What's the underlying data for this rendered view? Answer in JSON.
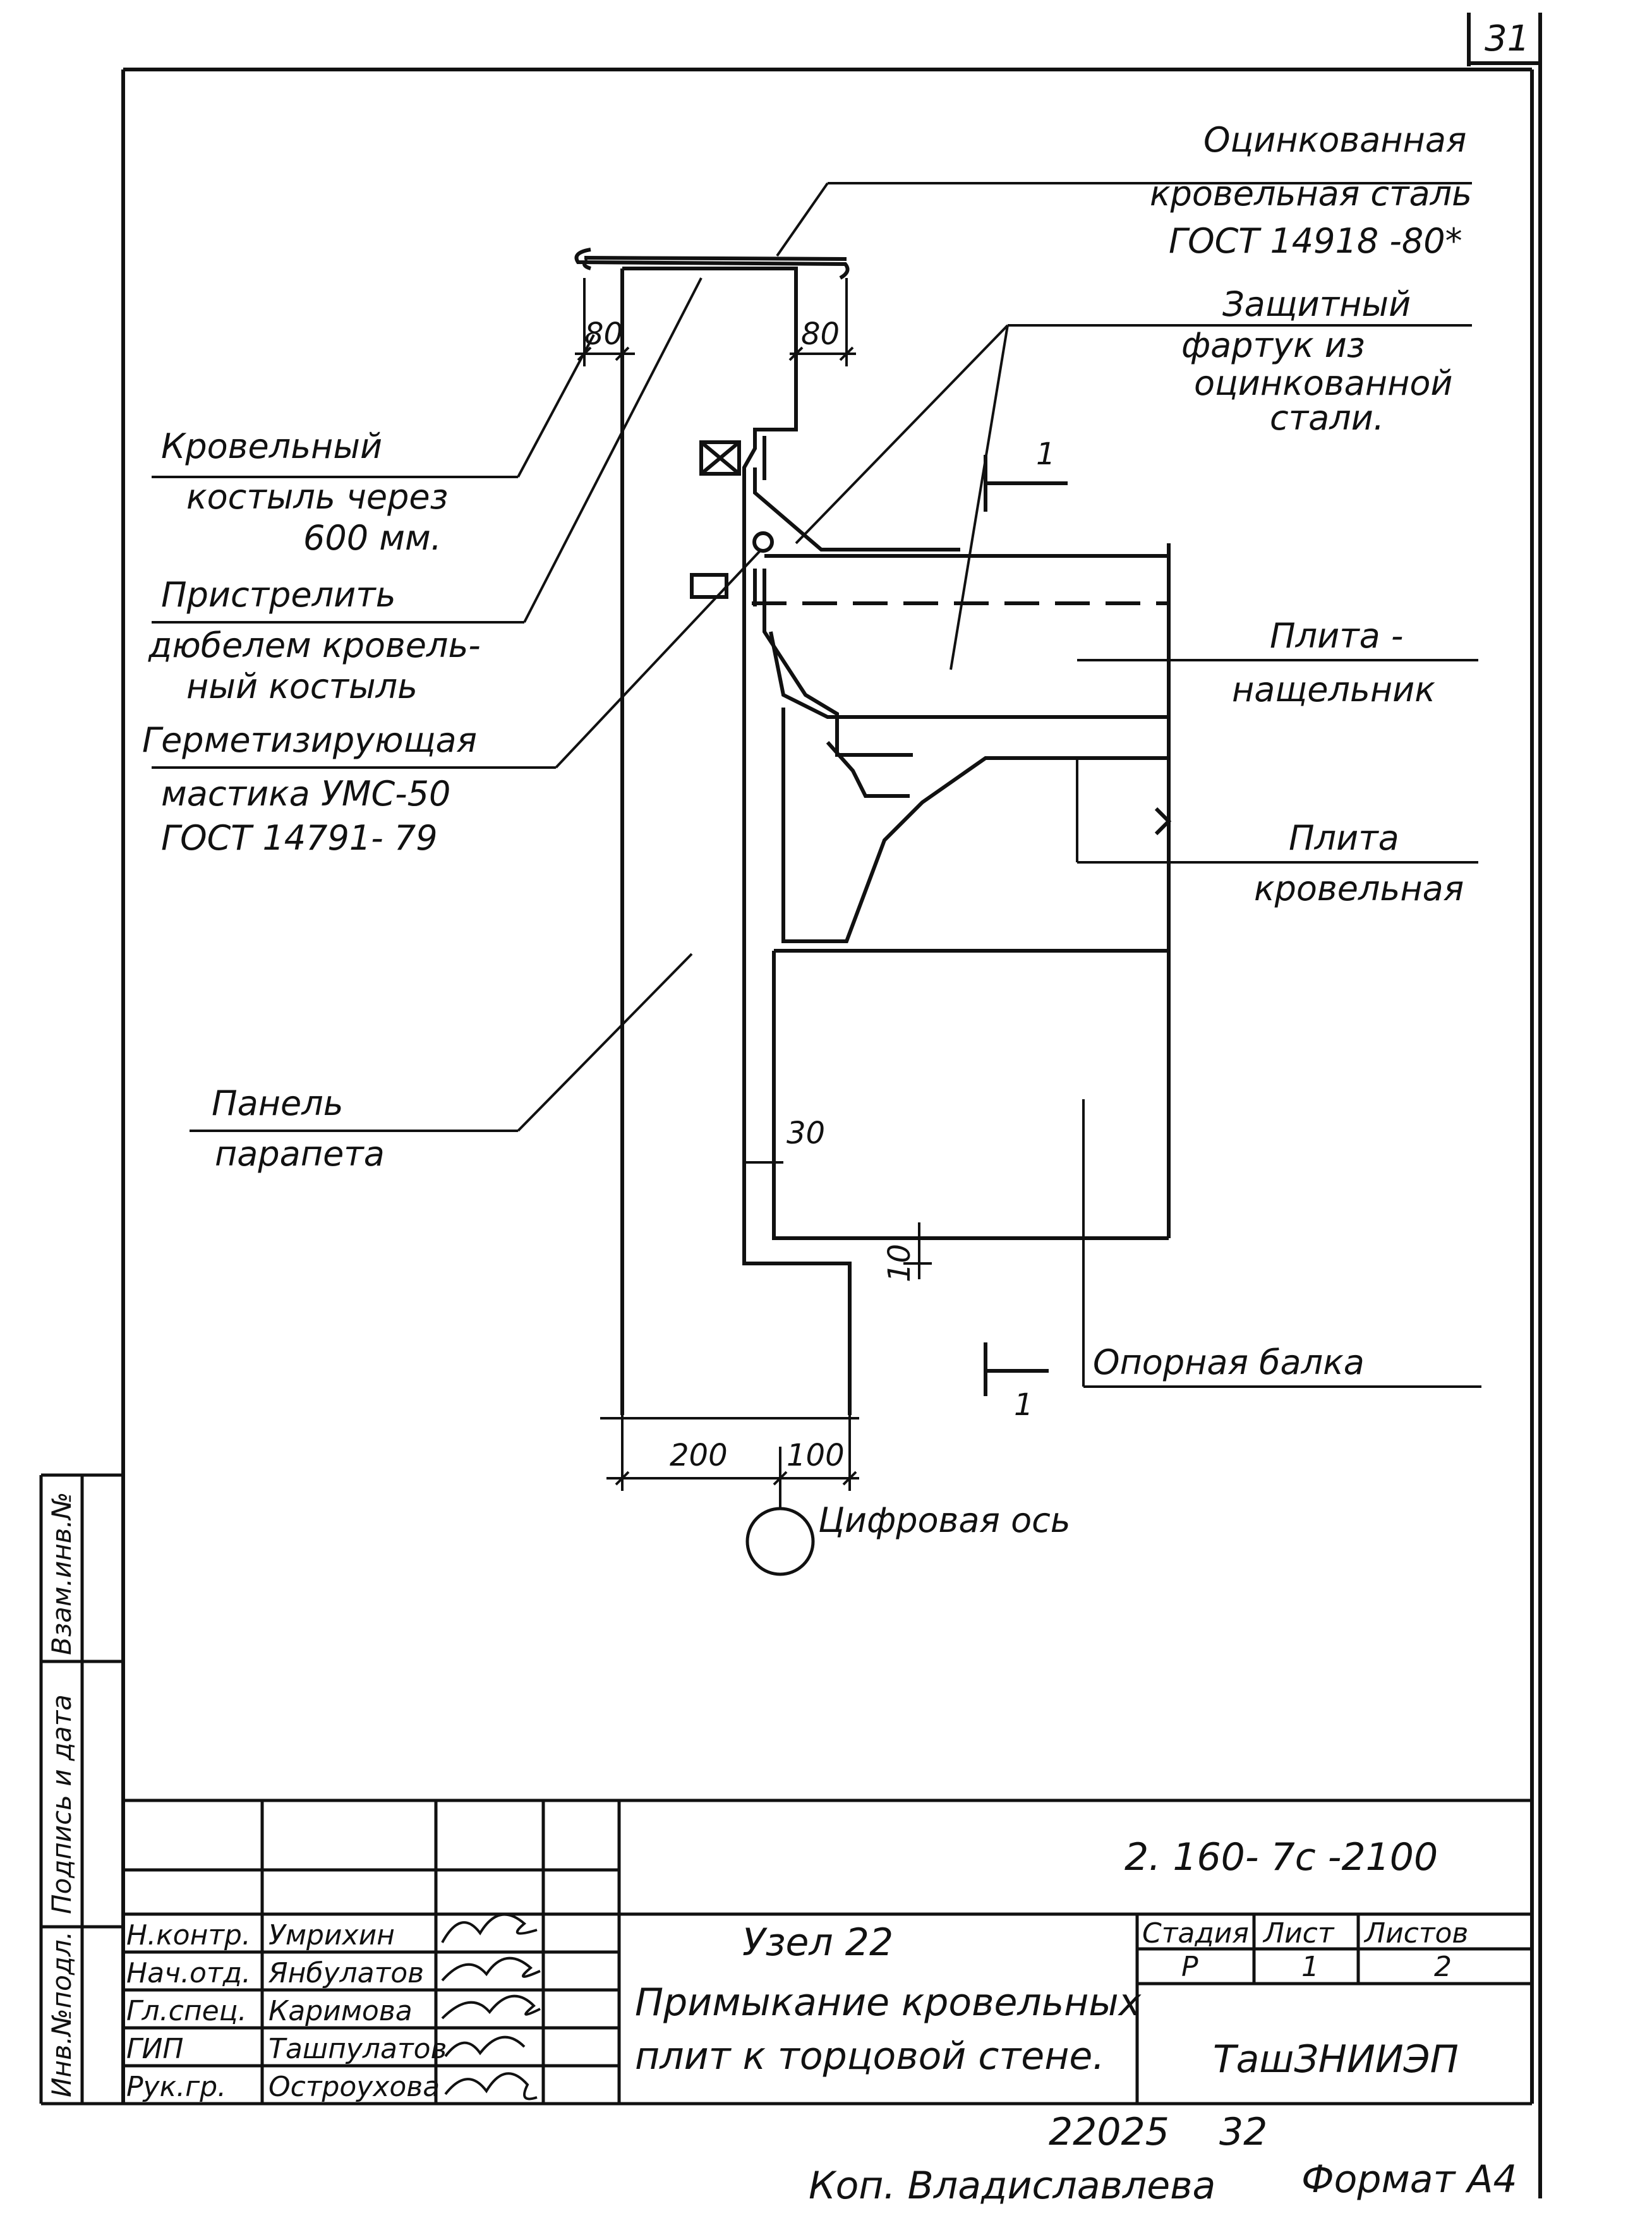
{
  "sheet": {
    "page_number": "31",
    "bottom_number": "22025",
    "bottom_sheet": "32",
    "copied_by": "Коп. Владиславлева",
    "format": "Формат А4"
  },
  "callouts": {
    "galvanized_steel": [
      "Оцинкованная",
      "кровельная сталь",
      "ГОСТ 14918 -80*"
    ],
    "protective_apron": [
      "Защитный",
      "фартук из",
      "оцинкованной",
      "стали."
    ],
    "roof_crutch": [
      "Кровельный",
      "костыль через",
      "600 мм."
    ],
    "shoot_dowel": [
      "Пристрелить",
      "дюбелем кровель-",
      "ный костыль"
    ],
    "sealing_mastic": [
      "Герметизирующая",
      "мастика УМС-50",
      "ГОСТ 14791- 79"
    ],
    "nascent_slab": [
      "Плита -",
      "нащельник"
    ],
    "roof_slab": [
      "Плита",
      "кровельная"
    ],
    "parapet_panel": [
      "Панель",
      "парапета"
    ],
    "support_beam": "Опорная балка",
    "digital_axis": "Цифровая ось"
  },
  "dimensions": {
    "d80_left": "80",
    "d80_right": "80",
    "d30": "30",
    "d10": "10",
    "d200": "200",
    "d100": "100",
    "section_mark": "1"
  },
  "title_block": {
    "doc_code": "2. 160- 7с -2100",
    "node_title": "Узел 22",
    "description": [
      "Примыкание кровельных",
      "плит к торцовой стене."
    ],
    "stage_header": "Стадия",
    "sheet_header": "Лист",
    "sheets_header": "Листов",
    "stage_value": "Р",
    "sheet_value": "1",
    "sheets_value": "2",
    "organization": "ТашЗНИИЭП",
    "roles": [
      {
        "role": "Н.контр.",
        "name": "Умрихин"
      },
      {
        "role": "Нач.отд.",
        "name": "Янбулатов"
      },
      {
        "role": "Гл.спец.",
        "name": "Каримова"
      },
      {
        "role": "ГИП",
        "name": "Ташпулатов"
      },
      {
        "role": "Рук.гр.",
        "name": "Остроухова"
      }
    ]
  },
  "side_stamp": {
    "inv_no_orig": "Инв.№подл.",
    "sign_date": "Подпись и дата",
    "replace_inv": "Взам.инв.№"
  }
}
